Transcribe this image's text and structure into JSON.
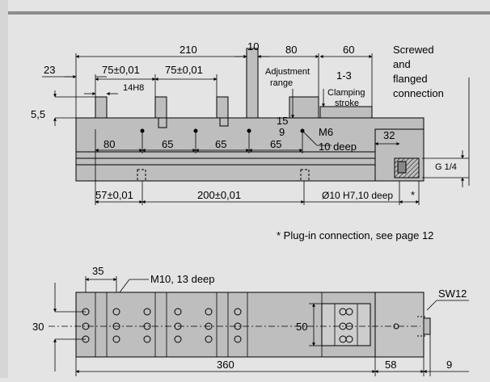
{
  "top": {
    "dims": {
      "d210": "210",
      "d10": "10",
      "d80": "80",
      "d60": "60",
      "d23": "23",
      "d75a": "75±0,01",
      "d75b": "75±0,01",
      "d14h8": "14H8",
      "d55": "5,5",
      "d15": "15",
      "d9": "9",
      "d32": "32",
      "d13": "1-3",
      "b80": "80",
      "b65a": "65",
      "b65b": "65",
      "b65c": "65",
      "d57": "57±0,01",
      "d200": "200±0,01"
    },
    "labels": {
      "adjustment_l1": "Adjustment",
      "adjustment_l2": "range",
      "clamping_l1": "Clamping",
      "clamping_l2": "stroke",
      "screwed_l1": "Screwed",
      "screwed_l2": "and",
      "screwed_l3": "flanged",
      "screwed_l4": "connection",
      "m6": "M6",
      "deep10": "10 deep",
      "g14": "G 1/4",
      "bore": "Ø10 H7,10 deep",
      "star": "*"
    }
  },
  "note": "* Plug-in connection, see page 12",
  "bottom": {
    "dims": {
      "d35": "35",
      "m10": "M10, 13 deep",
      "d30": "30",
      "d50": "50",
      "sw12": "SW12",
      "d360": "360",
      "d58": "58",
      "d9": "9"
    }
  },
  "colors": {
    "background": "#e4e4e4",
    "body": "#bebebe",
    "line": "#000000",
    "top_rule": "#8c8c8c"
  }
}
